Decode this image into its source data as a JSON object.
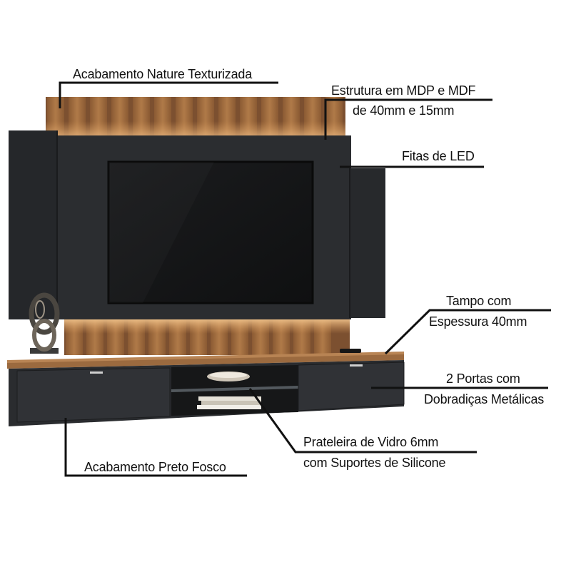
{
  "labels": {
    "natural": "Acabamento Nature Texturizada",
    "estrutura_line1": "Estrutura em MDP e MDF",
    "estrutura_line2": "de 40mm e 15mm",
    "fitas": "Fitas de LED",
    "tampo_line1": "Tampo com",
    "tampo_line2": "Espessura 40mm",
    "portas_line1": "2 Portas com",
    "portas_line2": "Dobradiças Metálicas",
    "prateleira_line1": "Prateleira de Vidro 6mm",
    "prateleira_line2": "com Suportes de Silicone",
    "preto": "Acabamento Preto Fosco"
  },
  "colors": {
    "panel_black": "#2b2d30",
    "wood": "#9a6a40",
    "wood_light": "#c08a55",
    "tv_black": "#151617",
    "callout_line": "#111111"
  }
}
